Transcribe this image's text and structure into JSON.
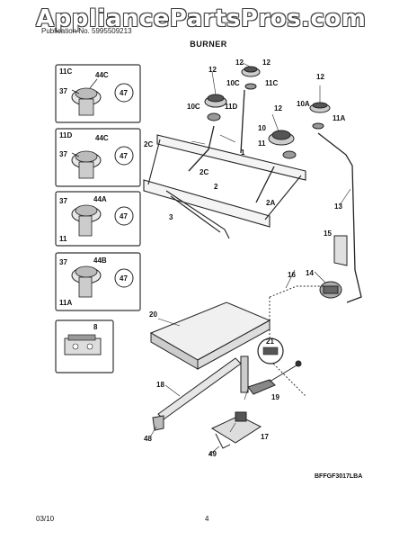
{
  "watermark": "AppliancePartsPros.com",
  "header": {
    "publication_line": "Publication No. 5995509213"
  },
  "section_title": "BURNER",
  "diagram_code": "BFFGF3017LBA",
  "footer": {
    "date": "03/10",
    "page": "4"
  },
  "callouts": {
    "inset_11c": [
      "11C",
      "44C",
      "37",
      "47"
    ],
    "inset_11d": [
      "11D",
      "44C",
      "37",
      "47"
    ],
    "inset_11": [
      "37",
      "44A",
      "47",
      "11"
    ],
    "inset_11a": [
      "37",
      "44B",
      "47",
      "11A"
    ],
    "inset_8": [
      "8"
    ],
    "main": [
      "12",
      "12",
      "12",
      "12",
      "10C",
      "11C",
      "10C",
      "11D",
      "12",
      "10A",
      "11A",
      "10",
      "11",
      "1",
      "2C",
      "2C",
      "2",
      "3",
      "2A",
      "13",
      "15",
      "16",
      "14",
      "20",
      "21",
      "18",
      "19",
      "17",
      "48",
      "49"
    ]
  },
  "colors": {
    "line": "#222222",
    "inset_border": "#333333",
    "fill_light": "#f4f4f4",
    "fill_mid": "#d0d0d0",
    "fill_dark": "#555555"
  }
}
